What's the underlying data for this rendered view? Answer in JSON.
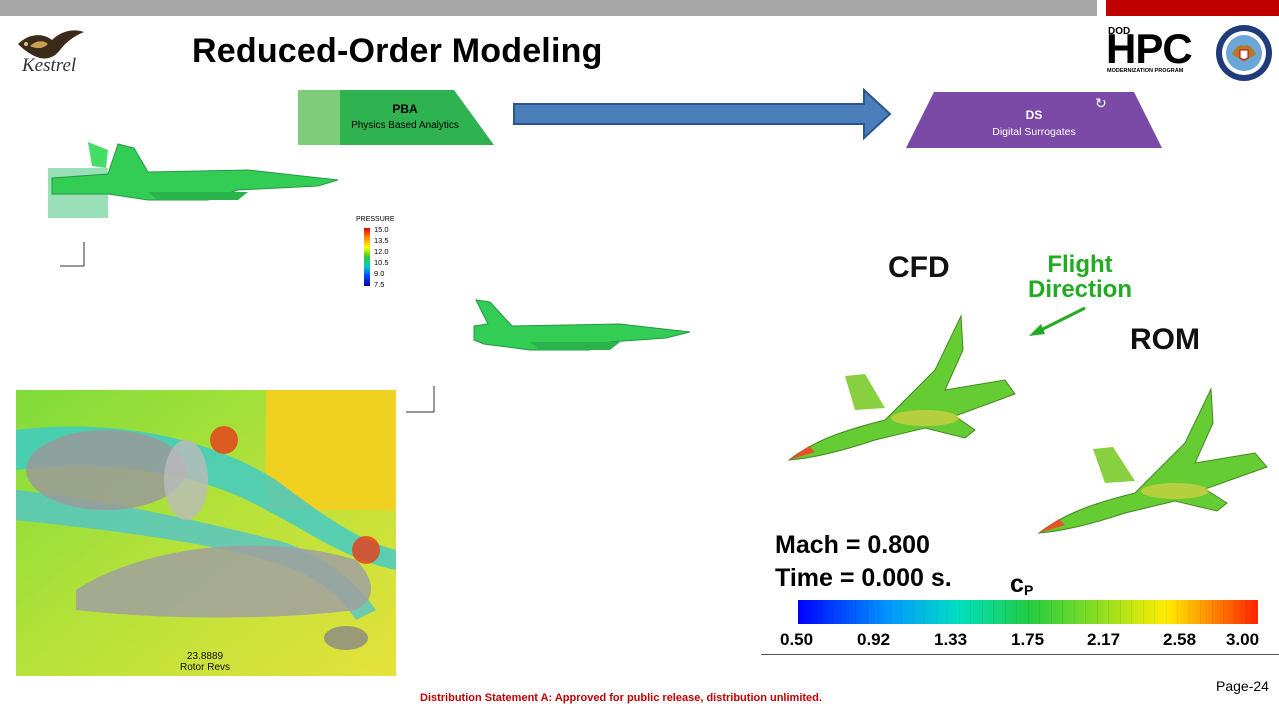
{
  "slide": {
    "title": "Reduced-Order Modeling",
    "page": "Page-24",
    "distribution": "Distribution Statement A: Approved for public release, distribution unlimited."
  },
  "logos": {
    "kestrel": "Kestrel",
    "dod_top": "DOD",
    "hpc": "HPC",
    "program": "MODERNIZATION PROGRAM"
  },
  "flow": {
    "pba_title": "PBA",
    "pba_subtitle": "Physics Based Analytics",
    "ds_title": "DS",
    "ds_subtitle": "Digital Surrogates"
  },
  "pressure_legend": {
    "title": "PRESSURE",
    "ticks": [
      "15.0",
      "13.5",
      "12.0",
      "10.5",
      "9.0",
      "7.5"
    ]
  },
  "rotor": {
    "value": "23.8889",
    "label": "Rotor Revs"
  },
  "comparison": {
    "cfd_label": "CFD",
    "rom_label": "ROM",
    "flight_line1": "Flight",
    "flight_line2": "Direction",
    "mach": "Mach =  0.800",
    "time": "Time =  0.000 s.",
    "cp_main": "c",
    "cp_sub": "P",
    "cp_ticks": [
      "0.50",
      "0.92",
      "1.33",
      "1.75",
      "2.17",
      "2.58",
      "3.00"
    ]
  },
  "colors": {
    "pba_green": "#2fb350",
    "pba_light": "#7fcc7a",
    "arrow_blue": "#4a7ebb",
    "ds_purple": "#7a4aa6",
    "jet_green": "#33cc55",
    "flight_green": "#22aa22",
    "distribution_red": "#c00000"
  }
}
